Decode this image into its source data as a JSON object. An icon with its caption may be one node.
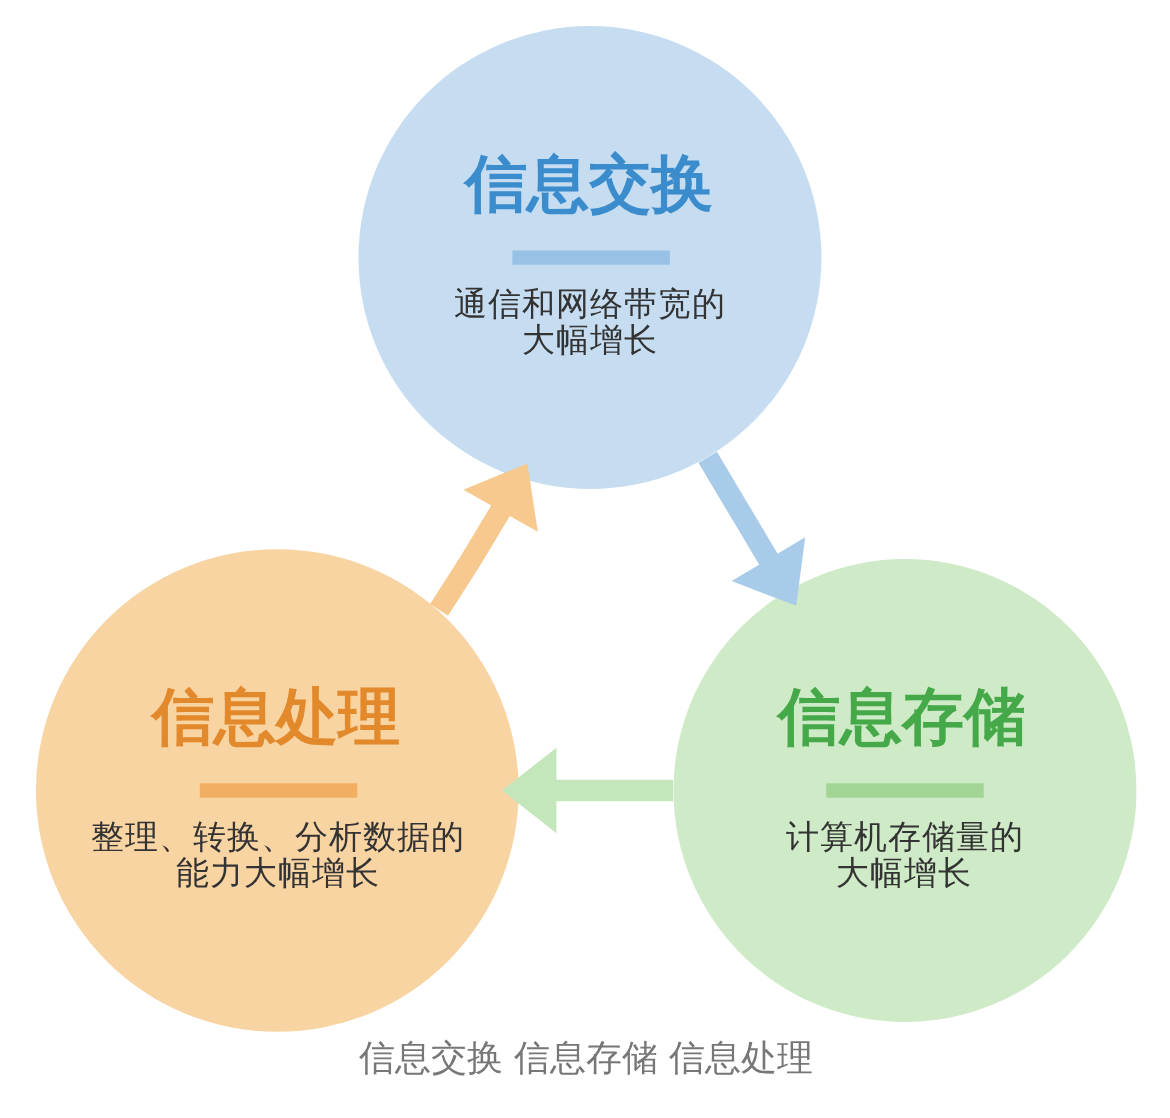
{
  "diagram": {
    "caption": "信息交换 信息存储 信息处理",
    "nodes": [
      {
        "text": [
          "信息交换",
          "通信和网络带宽的大幅增长"
        ]
      },
      {
        "text": [
          "信息处理",
          "整理、转换、分析数据的能力大幅增长"
        ]
      },
      {
        "text": [
          "信息存储",
          "计算机存储量的大幅增长"
        ]
      }
    ],
    "edges": [
      {
        "from": 1,
        "to": 0,
        "arrow": "to",
        "color": "#f8c98f"
      },
      {
        "from": 0,
        "to": 2,
        "arrow": "to",
        "color": "#a9cbea"
      },
      {
        "from": 2,
        "to": 1,
        "arrow": "to",
        "color": "#c3e6bb"
      }
    ]
  }
}
